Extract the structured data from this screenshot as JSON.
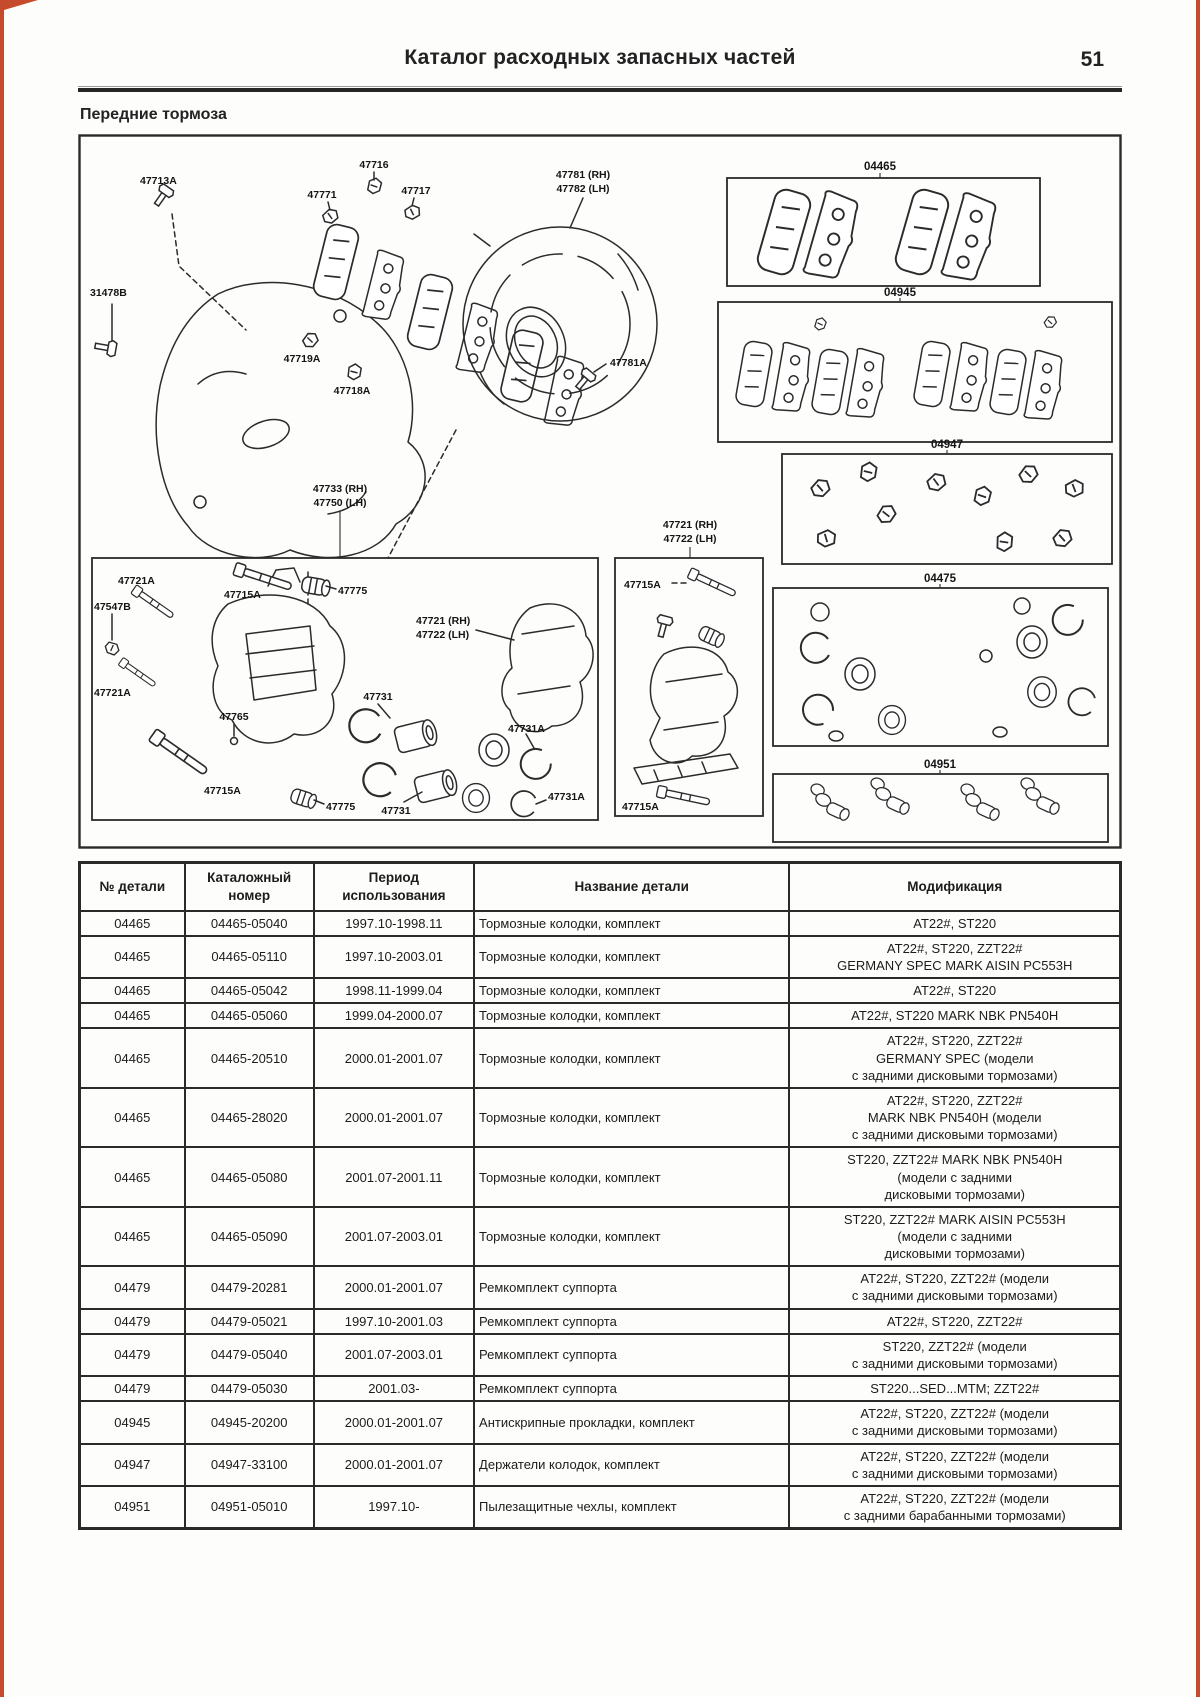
{
  "header": {
    "title": "Каталог расходных запасных частей",
    "page_number": "51"
  },
  "section_title": "Передние тормоза",
  "diagram": {
    "part_labels": {
      "p47713a": "47713A",
      "p47716": "47716",
      "p47771": "47771",
      "p47717": "47717",
      "p31478b": "31478B",
      "p47719a": "47719A",
      "p47718a": "47718A",
      "p47781rh": "47781 (RH)",
      "p47782lh": "47782 (LH)",
      "p47781a": "47781A",
      "p47733rh": "47733 (RH)",
      "p47750lh": "47750 (LH)",
      "p47721rh": "47721 (RH)",
      "p47722lh": "47722 (LH)",
      "p47721a": "47721A",
      "p47715a": "47715A",
      "p47775": "47775",
      "p47547b": "47547B",
      "p47765": "47765",
      "p47731": "47731",
      "p47731a": "47731A"
    },
    "kit_labels": {
      "k04465": "04465",
      "k04945": "04945",
      "k04947": "04947",
      "k04475": "04475",
      "k04951": "04951"
    }
  },
  "table": {
    "column_keys": [
      "part_no",
      "catalog_no",
      "period",
      "name",
      "modification"
    ],
    "headers": [
      "№ детали",
      "Каталожный\nномер",
      "Период\nиспользования",
      "Название детали",
      "Модификация"
    ],
    "rows": [
      {
        "part_no": "04465",
        "catalog_no": "04465-05040",
        "period": "1997.10-1998.11",
        "name": "Тормозные колодки, комплект",
        "modification": "AT22#, ST220"
      },
      {
        "part_no": "04465",
        "catalog_no": "04465-05110",
        "period": "1997.10-2003.01",
        "name": "Тормозные колодки, комплект",
        "modification": "AT22#, ST220, ZZT22#\nGERMANY SPEC MARK AISIN PC553H"
      },
      {
        "part_no": "04465",
        "catalog_no": "04465-05042",
        "period": "1998.11-1999.04",
        "name": "Тормозные колодки, комплект",
        "modification": "AT22#, ST220"
      },
      {
        "part_no": "04465",
        "catalog_no": "04465-05060",
        "period": "1999.04-2000.07",
        "name": "Тормозные колодки, комплект",
        "modification": "AT22#, ST220 MARK NBK PN540H"
      },
      {
        "part_no": "04465",
        "catalog_no": "04465-20510",
        "period": "2000.01-2001.07",
        "name": "Тормозные колодки, комплект",
        "modification": "AT22#, ST220, ZZT22#\nGERMANY SPEC (модели\nс задними дисковыми тормозами)"
      },
      {
        "part_no": "04465",
        "catalog_no": "04465-28020",
        "period": "2000.01-2001.07",
        "name": "Тормозные колодки, комплект",
        "modification": "AT22#, ST220, ZZT22#\nMARK NBK PN540H (модели\nс задними дисковыми тормозами)"
      },
      {
        "part_no": "04465",
        "catalog_no": "04465-05080",
        "period": "2001.07-2001.11",
        "name": "Тормозные колодки, комплект",
        "modification": "ST220, ZZT22# MARK NBK PN540H\n(модели с задними\nдисковыми тормозами)"
      },
      {
        "part_no": "04465",
        "catalog_no": "04465-05090",
        "period": "2001.07-2003.01",
        "name": "Тормозные колодки, комплект",
        "modification": "ST220, ZZT22# MARK AISIN PC553H\n(модели с задними\nдисковыми тормозами)"
      },
      {
        "part_no": "04479",
        "catalog_no": "04479-20281",
        "period": "2000.01-2001.07",
        "name": "Ремкомплект суппорта",
        "modification": "AT22#, ST220, ZZT22# (модели\nс задними дисковыми тормозами)"
      },
      {
        "part_no": "04479",
        "catalog_no": "04479-05021",
        "period": "1997.10-2001.03",
        "name": "Ремкомплект суппорта",
        "modification": "AT22#, ST220, ZZT22#"
      },
      {
        "part_no": "04479",
        "catalog_no": "04479-05040",
        "period": "2001.07-2003.01",
        "name": "Ремкомплект суппорта",
        "modification": "ST220, ZZT22# (модели\nс задними дисковыми тормозами)"
      },
      {
        "part_no": "04479",
        "catalog_no": "04479-05030",
        "period": "2001.03-",
        "name": "Ремкомплект суппорта",
        "modification": "ST220...SED...MTM; ZZT22#"
      },
      {
        "part_no": "04945",
        "catalog_no": "04945-20200",
        "period": "2000.01-2001.07",
        "name": "Антискрипные прокладки, комплект",
        "modification": "AT22#, ST220, ZZT22# (модели\nс задними дисковыми тормозами)"
      },
      {
        "part_no": "04947",
        "catalog_no": "04947-33100",
        "period": "2000.01-2001.07",
        "name": "Держатели колодок, комплект",
        "modification": "AT22#, ST220, ZZT22# (модели\nс задними дисковыми тормозами)"
      },
      {
        "part_no": "04951",
        "catalog_no": "04951-05010",
        "period": "1997.10-",
        "name": "Пылезащитные чехлы, комплект",
        "modification": "AT22#, ST220, ZZT22# (модели\nс задними барабанными тормозами)"
      }
    ]
  }
}
